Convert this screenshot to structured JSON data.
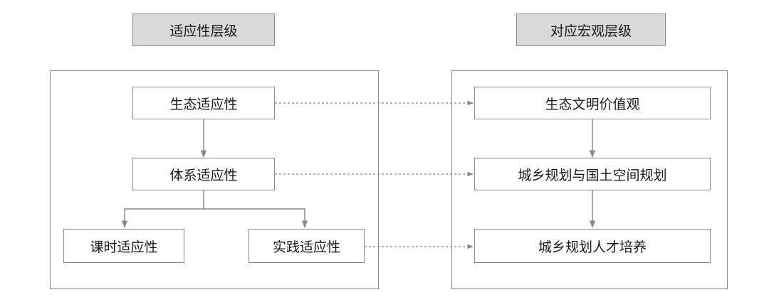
{
  "headers": {
    "left": "适应性层级",
    "right": "对应宏观层级"
  },
  "left_nodes": {
    "ecological": "生态适应性",
    "system": "体系适应性",
    "course": "课时适应性",
    "practice": "实践适应性"
  },
  "right_nodes": {
    "eco_civilization": "生态文明价值观",
    "planning": "城乡规划与国土空间规划",
    "talent": "城乡规划人才培养"
  },
  "colors": {
    "header_fill": "#d9d9d9",
    "border": "#8a8a8a",
    "arrow": "#8a8a8a"
  }
}
